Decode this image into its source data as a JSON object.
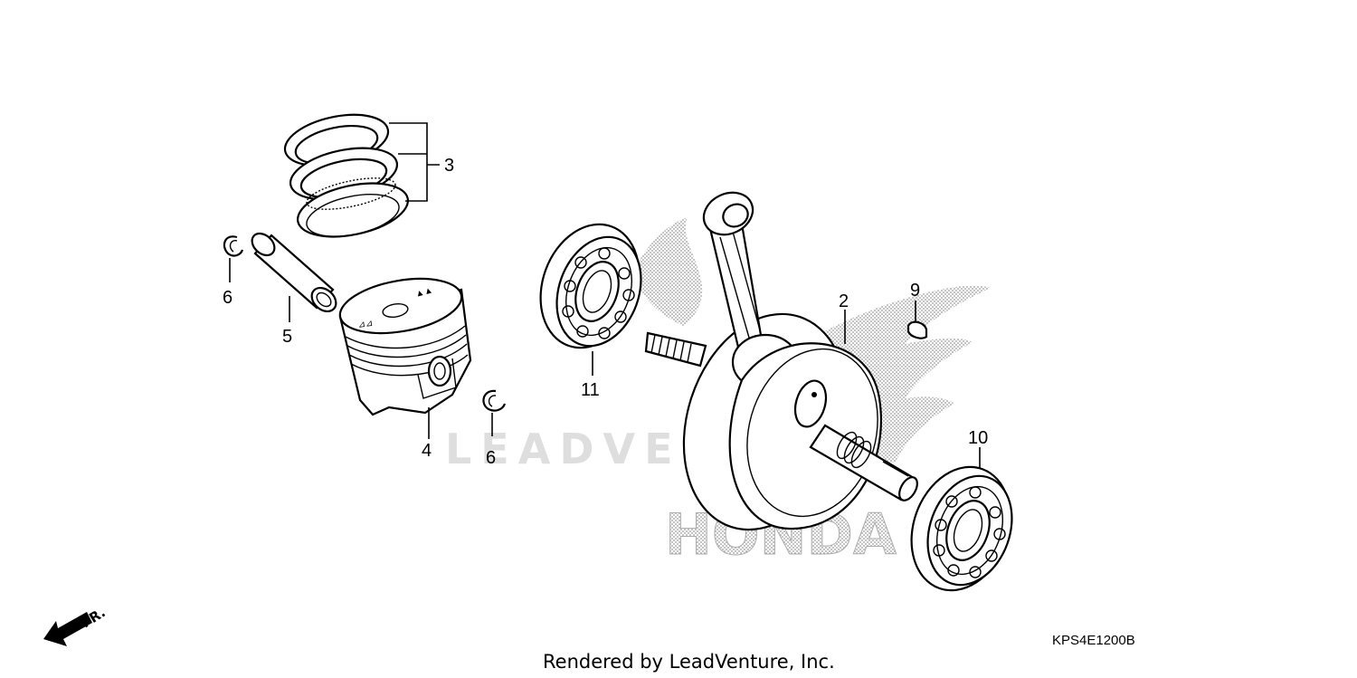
{
  "callouts": {
    "p2": "2",
    "p3": "3",
    "p4": "4",
    "p5": "5",
    "p6a": "6",
    "p6b": "6",
    "p9": "9",
    "p10": "10",
    "p11": "11"
  },
  "direction_label": "FR.",
  "diagram_code": "KPS4E1200B",
  "credit": "Rendered by LeadVenture, Inc.",
  "watermark": {
    "primary": "LEADVENTURE",
    "brand": "HONDA"
  },
  "icons": {
    "direction": "arrow-front-icon",
    "brand": "honda-wing-logo"
  }
}
